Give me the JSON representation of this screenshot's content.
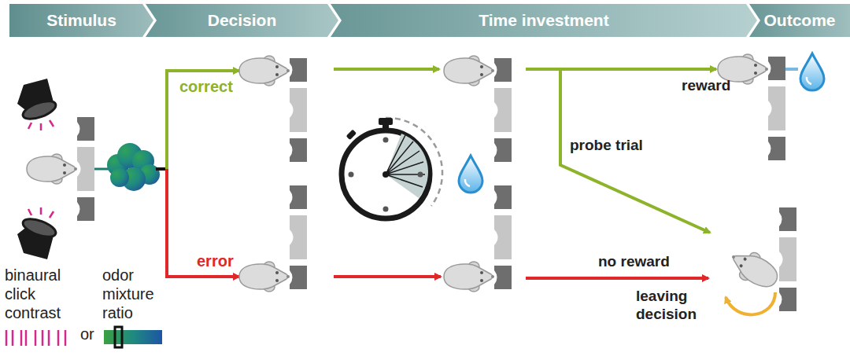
{
  "diagram": {
    "nodes": [
      {
        "text": [
          "Stimulus"
        ]
      },
      {
        "text": [
          "Decision"
        ]
      },
      {
        "text": [
          "Time investment"
        ]
      },
      {
        "text": [
          "Outcome"
        ]
      }
    ],
    "labels": [
      "correct",
      "error",
      "reward",
      "probe trial",
      "no reward",
      "leaving decision",
      "binaural click contrast",
      "or",
      "odor mixture ratio"
    ]
  }
}
